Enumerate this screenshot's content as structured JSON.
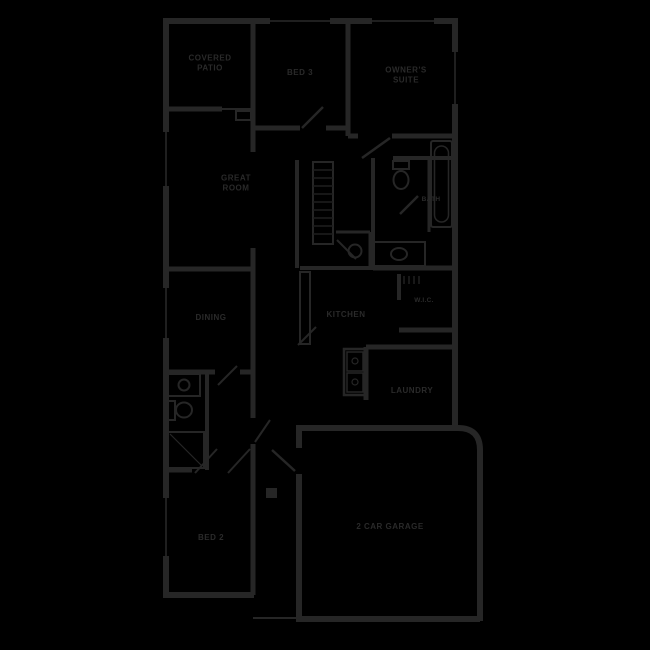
{
  "title": "Floor Plan",
  "colors": {
    "background": "#000000",
    "walls": "#262626",
    "thin_lines": "#1f1f1f",
    "text": "#2a2a2a"
  },
  "rooms": [
    {
      "id": "covered-patio",
      "lines": [
        "COVERED",
        "PATIO"
      ]
    },
    {
      "id": "bed-3",
      "lines": [
        "BED 3"
      ]
    },
    {
      "id": "owners-suite",
      "lines": [
        "OWNER'S",
        "SUITE"
      ]
    },
    {
      "id": "great-room",
      "lines": [
        "GREAT",
        "ROOM"
      ]
    },
    {
      "id": "bath",
      "lines": [
        "BATH"
      ]
    },
    {
      "id": "wic",
      "lines": [
        "W.I.C."
      ]
    },
    {
      "id": "dining",
      "lines": [
        "DINING"
      ]
    },
    {
      "id": "kitchen",
      "lines": [
        "KITCHEN"
      ]
    },
    {
      "id": "laundry",
      "lines": [
        "LAUNDRY"
      ]
    },
    {
      "id": "bed-2",
      "lines": [
        "BED 2"
      ]
    },
    {
      "id": "garage",
      "lines": [
        "2 CAR GARAGE"
      ]
    }
  ],
  "fixtures": [
    "stairs",
    "toilet",
    "bathtub",
    "shower",
    "vanity-sink",
    "pedestal-sink",
    "washer-dryer-closet",
    "closet-shelves",
    "door-swing",
    "window",
    "entry-step"
  ]
}
